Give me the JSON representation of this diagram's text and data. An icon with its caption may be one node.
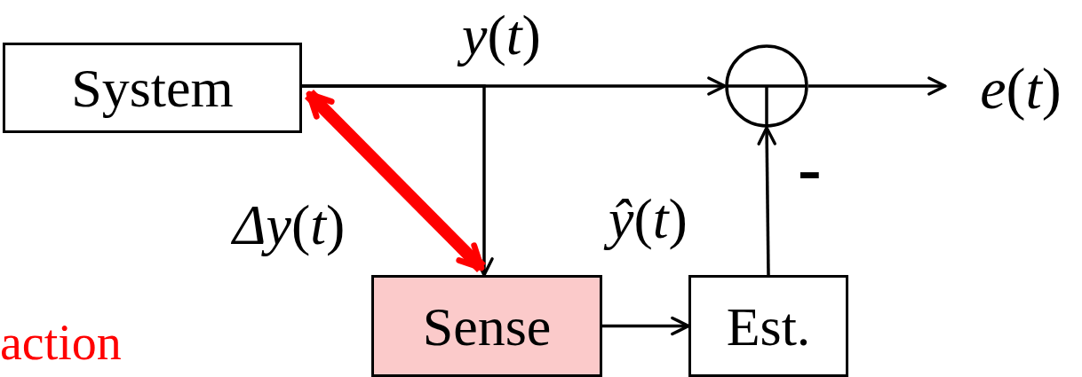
{
  "diagram": {
    "nodes": [
      {
        "text": [
          "System"
        ]
      },
      {
        "text": [
          "Sense"
        ]
      },
      {
        "text": [
          "Est."
        ]
      },
      {
        "text": [],
        "shape": "circle"
      },
      {
        "text": [
          "*e*(*t*)"
        ]
      }
    ],
    "edges": [
      {
        "from": 0,
        "to": 3,
        "arrow": "to",
        "label": "*y*(*t*)"
      },
      {
        "from": 0,
        "to": 1,
        "arrow": "to"
      },
      {
        "from": 0,
        "to": 1,
        "arrow": "both",
        "style": "thick",
        "color": "#ff0000",
        "label": "*Δy*(*t*)"
      },
      {
        "from": 1,
        "to": 2,
        "arrow": "to"
      },
      {
        "from": 2,
        "to": 3,
        "arrow": "to",
        "label": "*ŷ*(*t*)"
      },
      {
        "from": 3,
        "to": 4,
        "arrow": "to"
      }
    ],
    "labels": [
      "-",
      "action"
    ]
  }
}
